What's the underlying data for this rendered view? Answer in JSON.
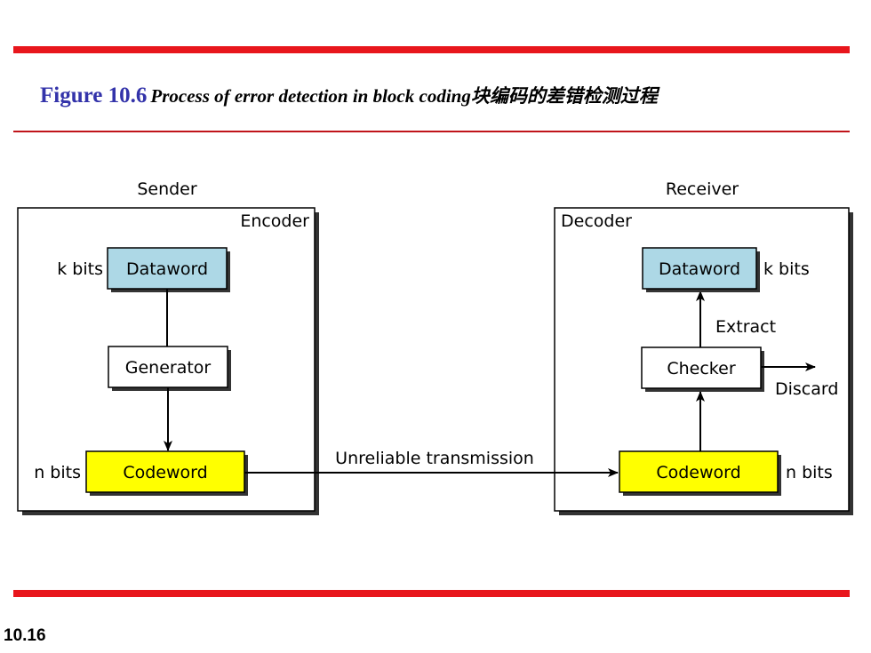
{
  "header": {
    "figure_label": "Figure 10.6",
    "caption": "Process of error detection in block coding块编码的差错检测过程"
  },
  "sender": {
    "heading": "Sender",
    "panel_label": "Encoder",
    "dataword_size": "k bits",
    "dataword": "Dataword",
    "generator": "Generator",
    "codeword_size": "n bits",
    "codeword": "Codeword"
  },
  "channel": {
    "label": "Unreliable transmission"
  },
  "receiver": {
    "heading": "Receiver",
    "panel_label": "Decoder",
    "dataword": "Dataword",
    "dataword_size": "k bits",
    "extract_label": "Extract",
    "checker": "Checker",
    "discard_label": "Discard",
    "codeword": "Codeword",
    "codeword_size": "n bits"
  },
  "colors": {
    "dataword_fill": "#add8e6",
    "codeword_fill": "#ffff00",
    "rule_red": "#e8161c",
    "figure_label_blue": "#3333aa"
  },
  "footer": {
    "page_number": "10.16"
  }
}
